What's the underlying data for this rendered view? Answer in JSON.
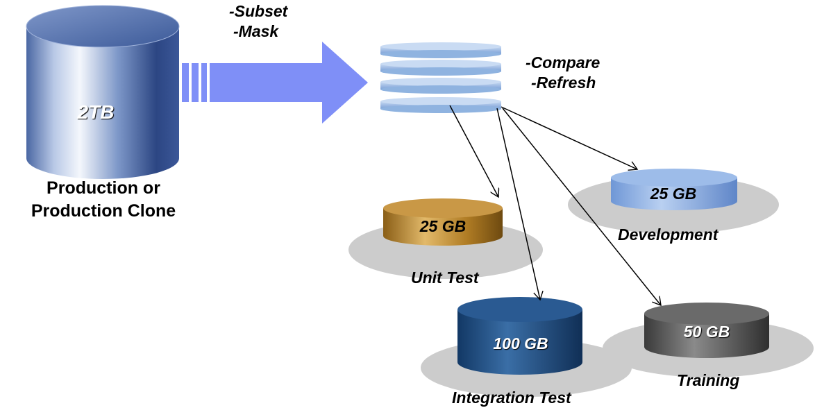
{
  "source": {
    "capacity": "2TB",
    "label_line1": "Production or",
    "label_line2": "Production Clone"
  },
  "transfer_ops": {
    "line1": "-Subset",
    "line2": "-Mask"
  },
  "stack_ops": {
    "line1": "-Compare",
    "line2": "-Refresh"
  },
  "targets": [
    {
      "key": "unit-test",
      "capacity": "25 GB",
      "name": "Unit Test",
      "color": "#b8862a"
    },
    {
      "key": "development",
      "capacity": "25 GB",
      "name": "Development",
      "color": "#8fb3e6"
    },
    {
      "key": "integration-test",
      "capacity": "100 GB",
      "name": "Integration Test",
      "color": "#1f4f86"
    },
    {
      "key": "training",
      "capacity": "50 GB",
      "name": "Training",
      "color": "#5b5b5b"
    }
  ],
  "colors": {
    "source_cylinder": "#6f8fc4",
    "arrow": "#7f8ff7",
    "stack_disk": "#8fb3e0",
    "platform": "#cfcfcf"
  }
}
